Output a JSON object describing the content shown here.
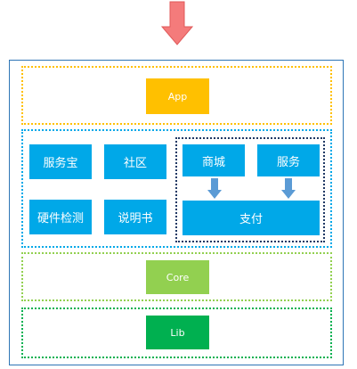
{
  "layers": {
    "app": {
      "label": "App"
    },
    "core": {
      "label": "Core"
    },
    "lib": {
      "label": "Lib"
    }
  },
  "modules": {
    "fuwubao": "服务宝",
    "shequ": "社区",
    "yingjian": "硬件检测",
    "shuomingshu": "说明书",
    "shangcheng": "商城",
    "fuwu": "服务",
    "zhifu": "支付"
  },
  "colors": {
    "arrow_top": "#f47b7b",
    "arrow_inner": "#5b9bd5",
    "outer_border": "#2e75b6",
    "app": "#ffc000",
    "module": "#00a8e8",
    "core": "#92d050",
    "lib": "#00b050"
  }
}
